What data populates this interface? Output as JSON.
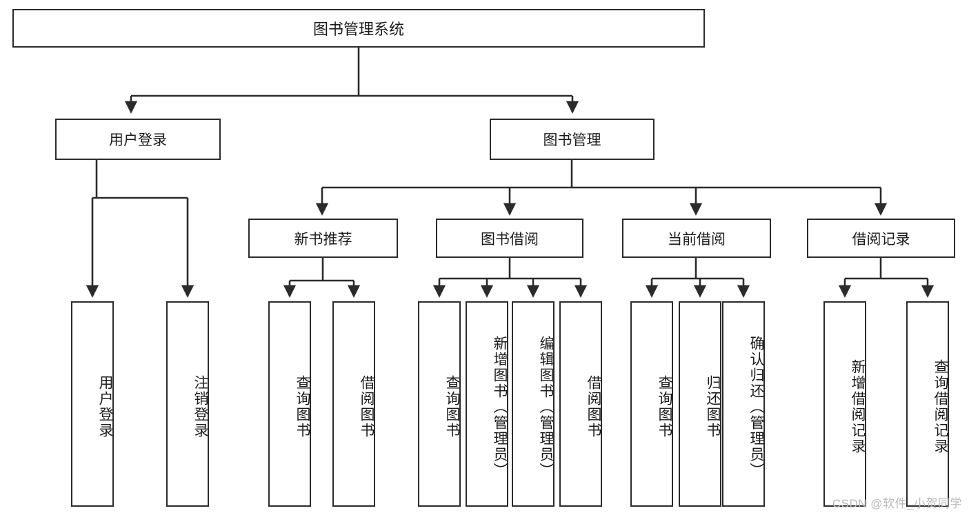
{
  "diagram": {
    "title": "图书管理系统",
    "type": "hierarchy-tree",
    "root": {
      "label": "图书管理系统"
    },
    "level1": [
      {
        "label": "用户登录"
      },
      {
        "label": "图书管理"
      }
    ],
    "level2": [
      {
        "label": "新书推荐"
      },
      {
        "label": "图书借阅"
      },
      {
        "label": "当前借阅"
      },
      {
        "label": "借阅记录"
      }
    ],
    "leaves": {
      "user_login": [
        {
          "label": "用户登录"
        },
        {
          "label": "注销登录"
        }
      ],
      "new_book_recommend": [
        {
          "label": "查询图书"
        },
        {
          "label": "借阅图书"
        }
      ],
      "book_borrow": [
        {
          "label": "查询图书"
        },
        {
          "label": "新增图书（管理员）"
        },
        {
          "label": "编辑图书（管理员）"
        },
        {
          "label": "借阅图书"
        }
      ],
      "current_borrow": [
        {
          "label": "查询图书"
        },
        {
          "label": "归还图书"
        },
        {
          "label": "确认归还（管理员）"
        }
      ],
      "borrow_record": [
        {
          "label": "新增借阅记录"
        },
        {
          "label": "查询借阅记录"
        }
      ]
    }
  },
  "watermark": {
    "text": "CSDN @软件_小贺同学"
  },
  "colors": {
    "stroke": "#2b2b2b",
    "background": "#ffffff",
    "text": "#1c1c1c",
    "watermark": "#b9b9b9"
  }
}
